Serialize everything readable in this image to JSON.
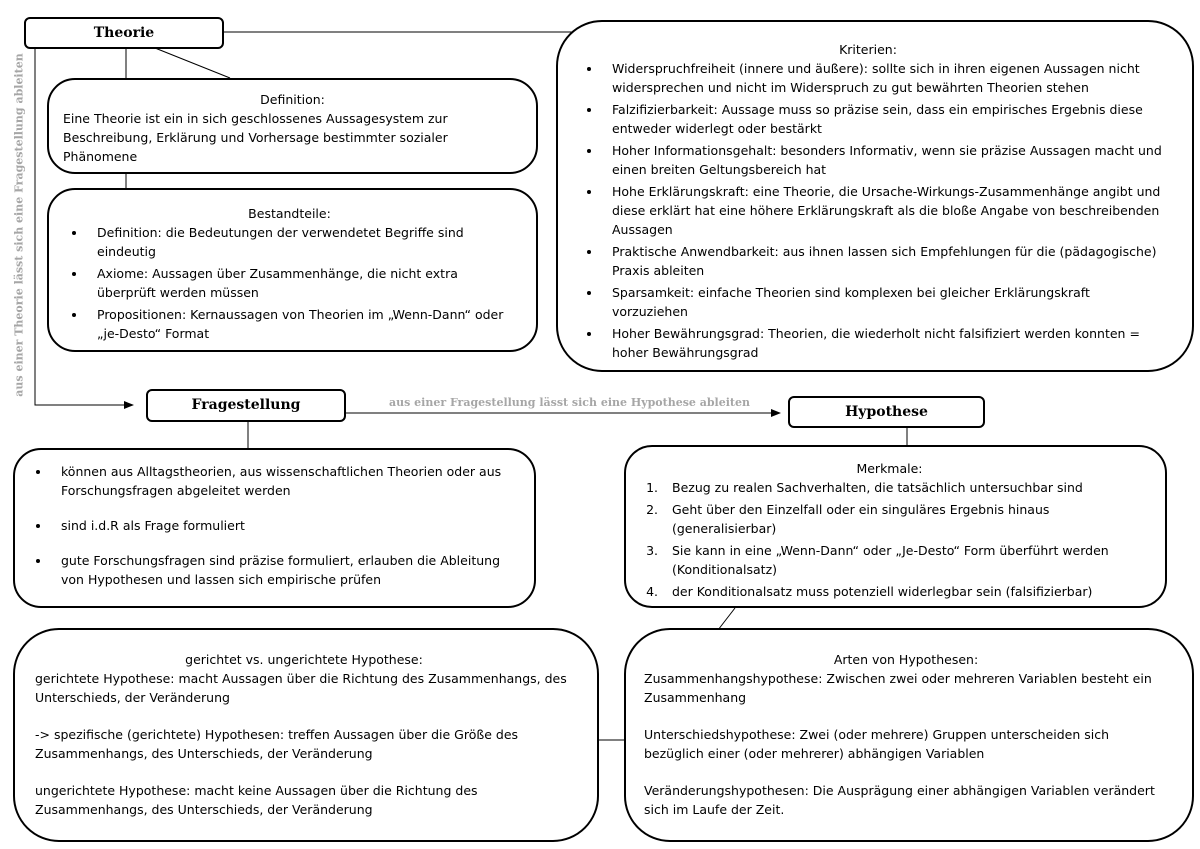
{
  "theorie": {
    "title": "Theorie",
    "definition": {
      "heading": "Definition:",
      "text": "Eine Theorie ist ein in sich geschlossenes Aussagesystem zur Beschreibung, Erklärung und Vorhersage bestimmter sozialer Phänomene"
    },
    "bestandteile": {
      "heading": "Bestandteile:",
      "items": [
        "Definition: die Bedeutungen der verwendetet Begriffe sind eindeutig",
        "Axiome: Aussagen über Zusammenhänge, die nicht extra überprüft werden müssen",
        "Propositionen: Kernaussagen von Theorien im „Wenn-Dann“ oder „je-Desto“ Format"
      ]
    },
    "kriterien": {
      "heading": "Kriterien:",
      "items": [
        "Widerspruchfreiheit (innere und äußere): sollte sich in ihren eigenen Aussagen nicht widersprechen und nicht im Widerspruch zu gut bewährten Theorien stehen",
        "Falzifizierbarkeit: Aussage muss so präzise sein, dass ein empirisches Ergebnis diese entweder widerlegt oder bestärkt",
        "Hoher Informationsgehalt: besonders Informativ, wenn sie präzise Aussagen macht und einen breiten Geltungsbereich hat",
        "Hohe Erklärungskraft: eine Theorie, die Ursache-Wirkungs-Zusammenhänge angibt und diese erklärt hat eine höhere Erklärungskraft als die bloße Angabe von beschreibenden Aussagen",
        "Praktische Anwendbarkeit: aus ihnen lassen sich Empfehlungen für die (pädagogische) Praxis ableiten",
        "Sparsamkeit: einfache Theorien sind komplexen bei gleicher Erklärungskraft vorzuziehen",
        "Hoher Bewährungsgrad: Theorien, die wiederholt nicht falsifiziert werden konnten = hoher Bewährungsgrad"
      ]
    }
  },
  "labels": {
    "theorie_to_frage": "aus einer Theorie lässt sich eine Fragestellung ableiten",
    "frage_to_hypothese": "aus einer Fragestellung lässt sich eine Hypothese ableiten"
  },
  "fragestellung": {
    "title": "Fragestellung",
    "items": [
      "können aus Alltagstheorien, aus wissenschaftlichen Theorien oder aus Forschungsfragen abgeleitet werden",
      "sind i.d.R als Frage formuliert",
      "gute Forschungsfragen sind präzise formuliert, erlauben die Ableitung von Hypothesen und lassen sich empirische prüfen"
    ]
  },
  "hypothese": {
    "title": "Hypothese",
    "merkmale": {
      "heading": "Merkmale:",
      "items": [
        "Bezug zu realen Sachverhalten, die tatsächlich untersuchbar sind",
        "Geht über den Einzelfall oder ein singuläres Ergebnis hinaus (generalisierbar)",
        "Sie kann in eine „Wenn-Dann“ oder „Je-Desto“ Form überführt werden (Konditionalsatz)",
        "der Konditionalsatz muss potenziell widerlegbar sein (falsifizierbar)"
      ]
    },
    "gerichtet": {
      "heading": "gerichtet vs. ungerichtete Hypothese:",
      "paragraphs": [
        "gerichtete Hypothese: macht Aussagen über die Richtung des Zusammenhangs, des Unterschieds, der Veränderung",
        "-> spezifische (gerichtete) Hypothesen: treffen Aussagen über die Größe des Zusammenhangs, des Unterschieds, der Veränderung",
        "ungerichtete Hypothese: macht  keine Aussagen über die Richtung des Zusammenhangs, des Unterschieds, der Veränderung"
      ]
    },
    "arten": {
      "heading": "Arten von Hypothesen:",
      "paragraphs": [
        "Zusammenhangshypothese: Zwischen zwei oder mehreren Variablen besteht ein Zusammenhang",
        "Unterschiedshypothese: Zwei (oder mehrere) Gruppen unterscheiden sich bezüglich einer (oder mehrerer) abhängigen Variablen",
        "Veränderungshypothesen: Die Ausprägung einer abhängigen Variablen verändert sich im Laufe der Zeit."
      ]
    }
  }
}
